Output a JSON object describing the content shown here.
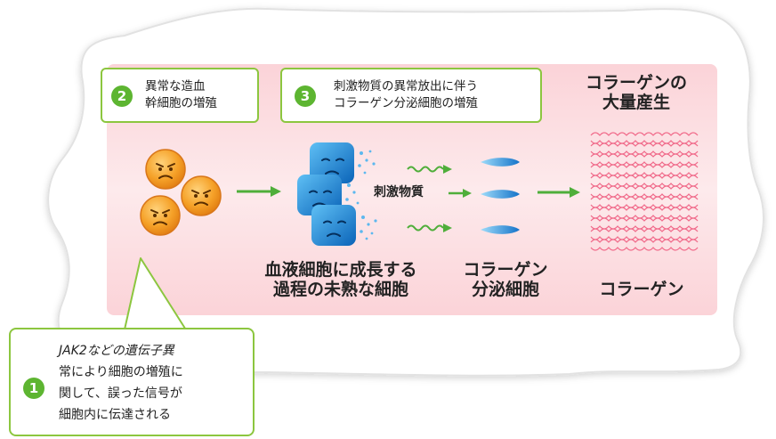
{
  "steps": [
    {
      "number": "2",
      "lines": [
        "異常な造血",
        "幹細胞の増殖"
      ]
    },
    {
      "number": "3",
      "lines": [
        "刺激物質の異常放出に伴う",
        "コラーゲン分泌細胞の増殖"
      ]
    },
    {
      "number": "1",
      "lines": [
        "JAK2などの遺伝子異",
        "常により細胞の増殖に",
        "関して、誤った信号が",
        "細胞内に伝達される"
      ]
    }
  ],
  "headings": {
    "collagen_production": [
      "コラーゲンの",
      "大量産生"
    ]
  },
  "labels": {
    "stimulant": "刺激物質",
    "immature_cells": [
      "血液細胞に成長する",
      "過程の未熟な細胞"
    ],
    "secreting_cells": [
      "コラーゲン",
      "分泌細胞"
    ],
    "collagen": "コラーゲン"
  },
  "colors": {
    "band": "#fde4e6",
    "outline_green": "#8cc63f",
    "badge_green": "#5db531",
    "arrow_green": "#4fae3a",
    "cell_orange": "#f39a1e",
    "cell_blue": "#1e88d6",
    "fiber_pink": "#f06a8a"
  }
}
